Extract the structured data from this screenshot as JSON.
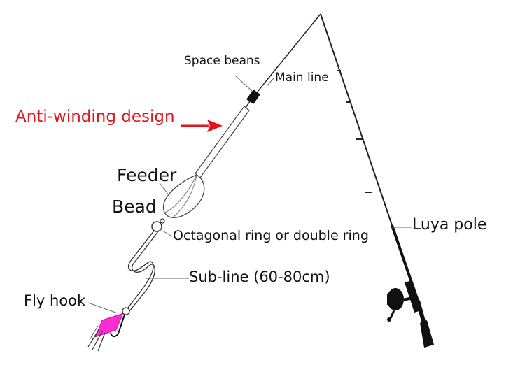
{
  "labels": {
    "space_beans": "Space beans",
    "main_line": "Main line",
    "anti_winding": "Anti-winding design",
    "feeder": "Feeder",
    "bead": "Bead",
    "ring": "Octagonal ring or double ring",
    "luya_pole": "Luya pole",
    "sub_line": "Sub-line (60-80cm)",
    "fly_hook": "Fly hook"
  },
  "colors": {
    "annotation_red": "#e4141b",
    "fly_pink": "#ff2bd6",
    "line": "#222222"
  }
}
